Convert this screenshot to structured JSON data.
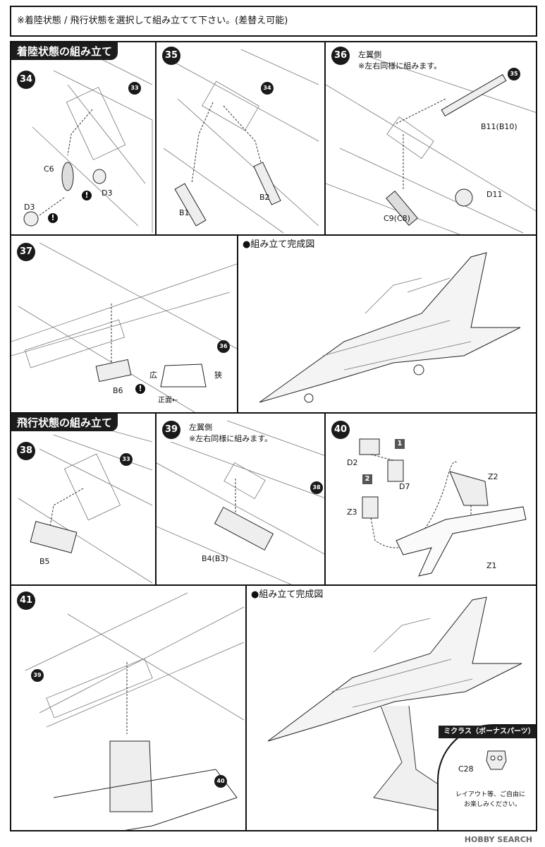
{
  "header": {
    "instruction": "※着陸状態 / 飛行状態を選択して組み立てて下さい。(差替え可能)"
  },
  "landing": {
    "banner": "着陸状態の組み立て",
    "step34": {
      "num": "34",
      "ref": "33",
      "parts": [
        "C6",
        "D3",
        "D3"
      ]
    },
    "step35": {
      "num": "35",
      "ref": "34",
      "parts": [
        "B1",
        "B2"
      ]
    },
    "step36": {
      "num": "36",
      "ref": "35",
      "note1": "左翼側",
      "note2": "※左右同様に組みます。",
      "parts": [
        "B11(B10)",
        "D11",
        "C9(C8)"
      ]
    },
    "step37": {
      "num": "37",
      "ref": "36",
      "parts": [
        "B6"
      ],
      "wide": "広",
      "narrow": "狭",
      "front": "正面←"
    },
    "complete": {
      "label": "●組み立て完成図"
    }
  },
  "flight": {
    "banner": "飛行状態の組み立て",
    "step38": {
      "num": "38",
      "ref": "33",
      "parts": [
        "B5"
      ]
    },
    "step39": {
      "num": "39",
      "ref": "38",
      "note1": "左翼側",
      "note2": "※左右同様に組みます。",
      "parts": [
        "B4(B3)"
      ]
    },
    "step40": {
      "num": "40",
      "parts": [
        "D2",
        "D7",
        "Z3",
        "Z2",
        "Z1"
      ],
      "badge1": "1",
      "badge2": "2"
    },
    "step41": {
      "num": "41",
      "ref1": "39",
      "ref2": "40"
    },
    "complete": {
      "label": "●組み立て完成図"
    },
    "bonus": {
      "title": "ミクラス（ボーナスパーツ）",
      "part": "C28",
      "note1": "レイアウト等、ご自由に",
      "note2": "お楽しみください。"
    }
  },
  "watermark": "HOBBY SEARCH"
}
